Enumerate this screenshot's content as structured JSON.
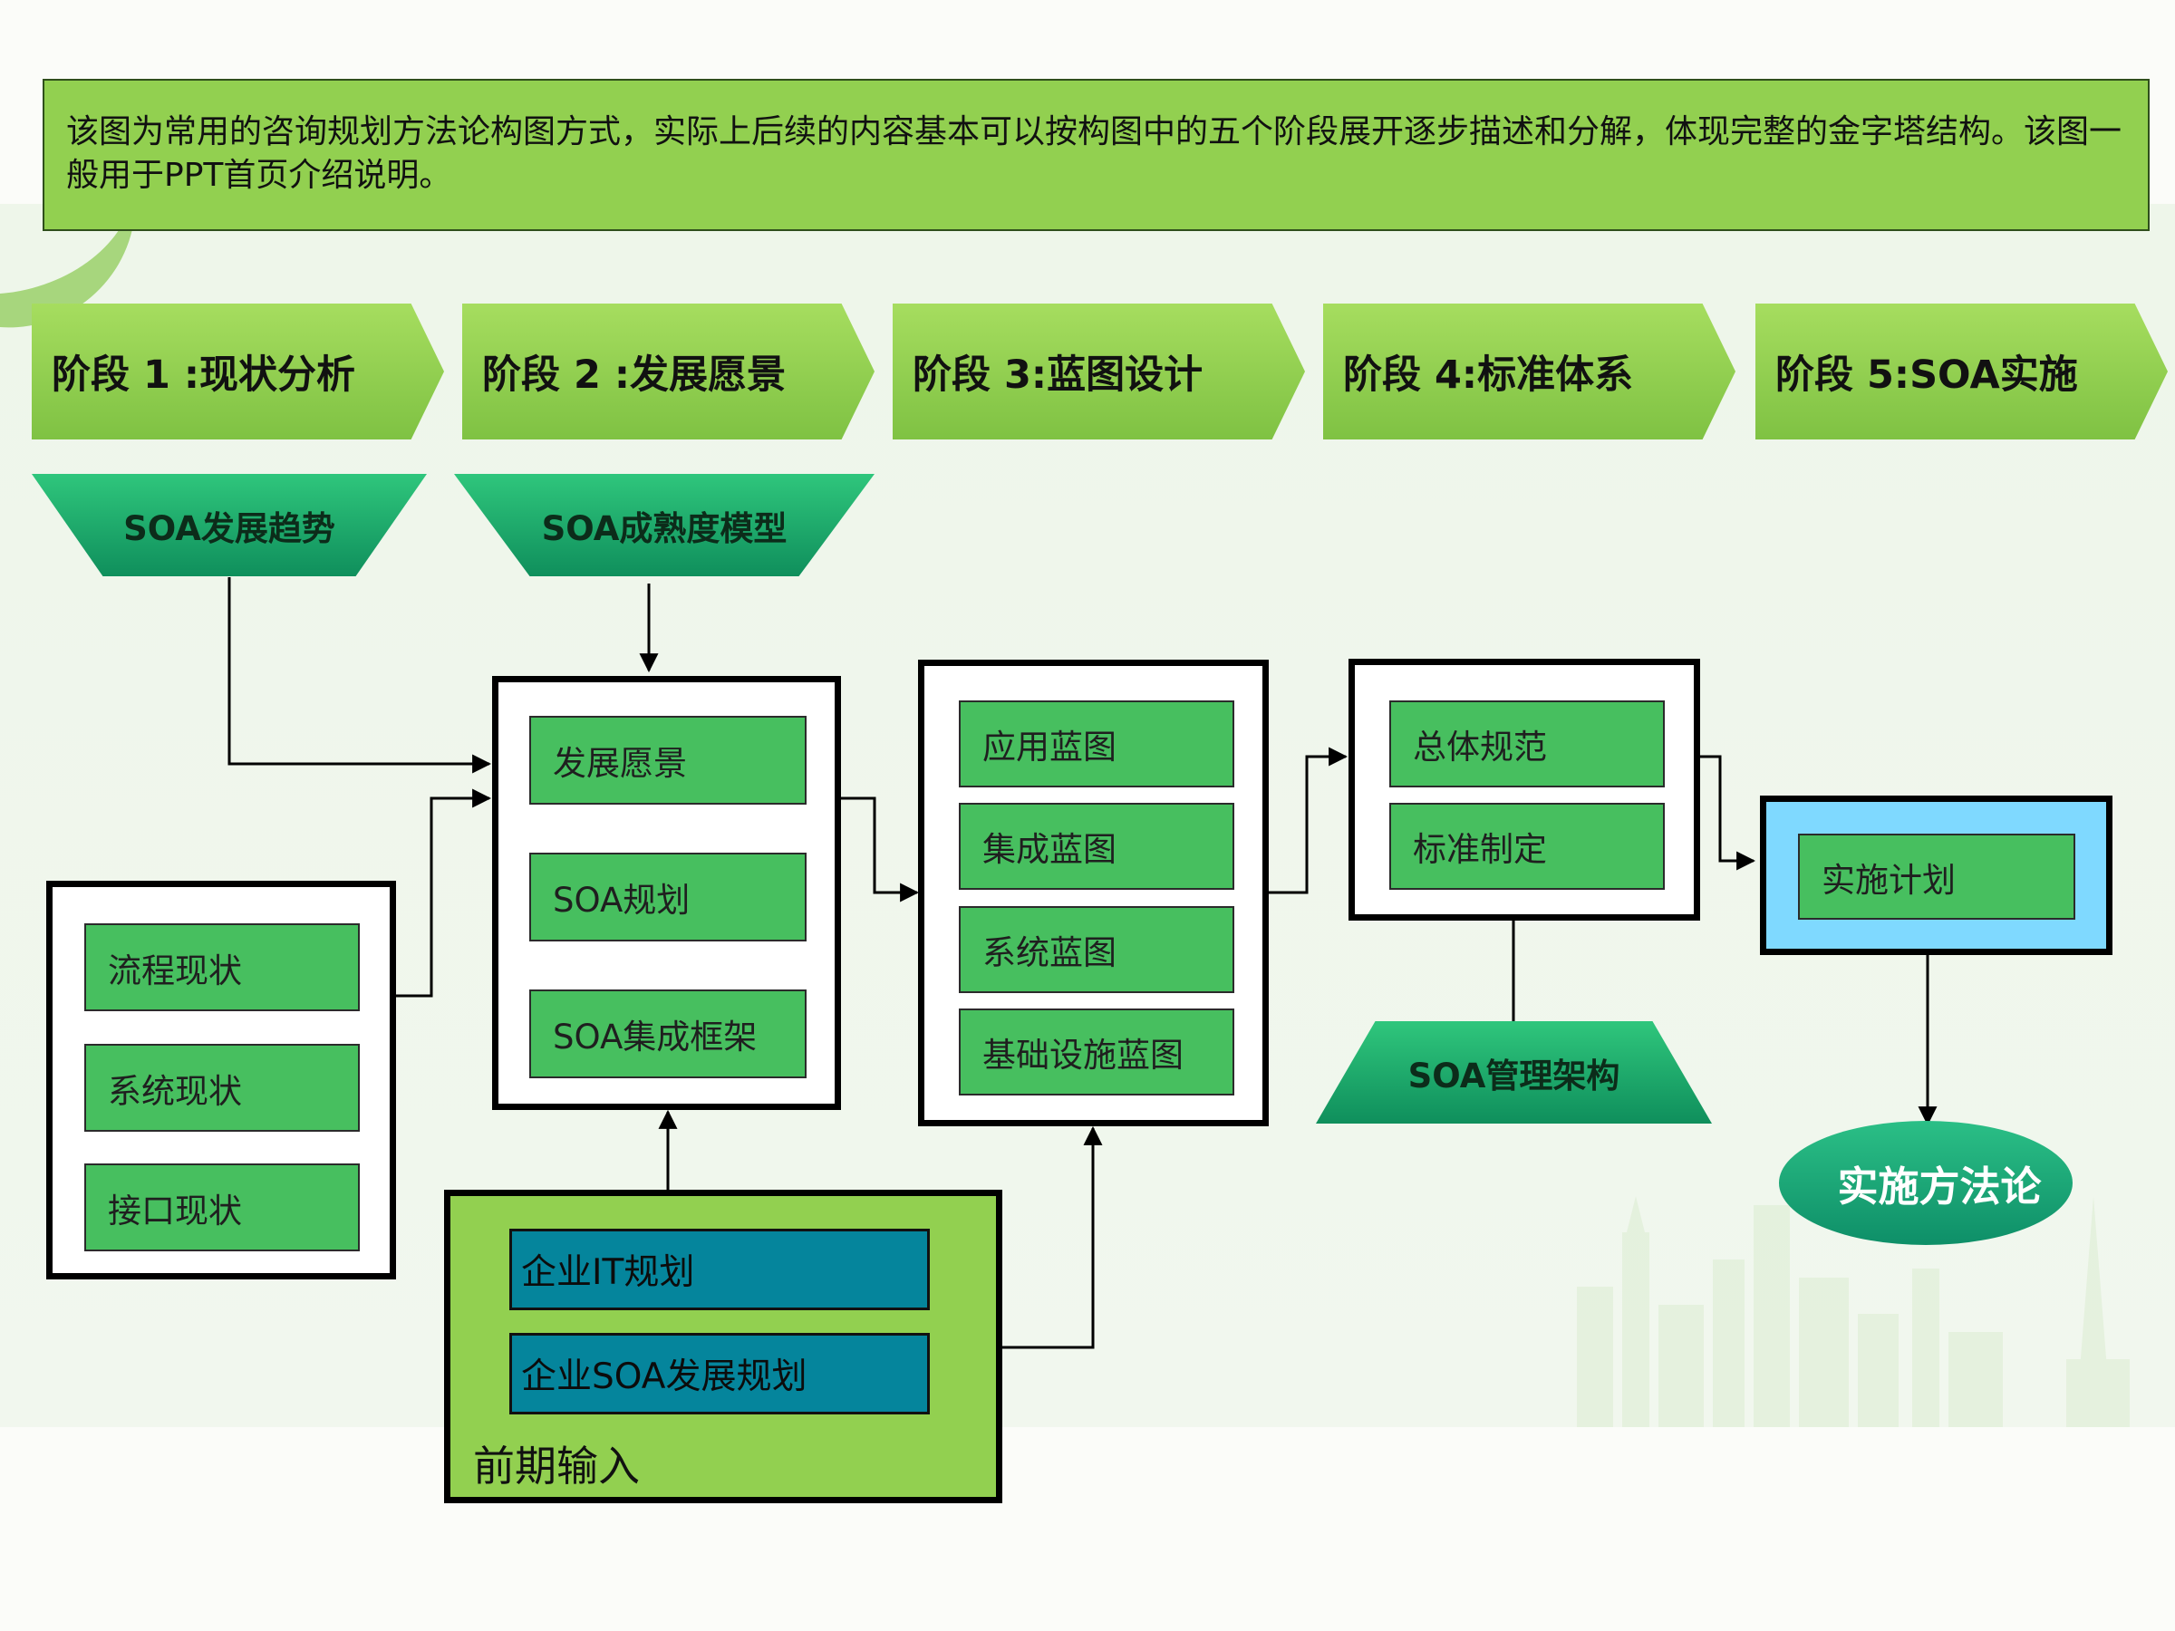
{
  "note": {
    "text": "该图为常用的咨询规划方法论构图方式，实际上后续的内容基本可以按构图中的五个阶段展开逐步描述和分解，体现完整的金字塔结构。该图一般用于PPT首页介绍说明。"
  },
  "phases": [
    {
      "label": "阶段 1 :现状分析"
    },
    {
      "label": "阶段 2 :发展愿景"
    },
    {
      "label": "阶段 3:蓝图设计"
    },
    {
      "label": "阶段 4:标准体系"
    },
    {
      "label": "阶段 5:SOA实施"
    }
  ],
  "trapezoids": {
    "trend": "SOA发展趋势",
    "maturity": "SOA成熟度模型",
    "governance": "SOA管理架构"
  },
  "current_state": {
    "items": [
      "流程现状",
      "系统现状",
      "接口现状"
    ]
  },
  "vision": {
    "items": [
      "发展愿景",
      "SOA规划",
      "SOA集成框架"
    ]
  },
  "blueprint": {
    "items": [
      "应用蓝图",
      "集成蓝图",
      "系统蓝图",
      "基础设施蓝图"
    ]
  },
  "standards": {
    "items": [
      "总体规范",
      "标准制定"
    ]
  },
  "implementation": {
    "items": [
      "实施计划"
    ]
  },
  "methodology": {
    "label": "实施方法论"
  },
  "inputs": {
    "items": [
      "企业IT规划",
      "企业SOA发展规划"
    ],
    "title": "前期输入"
  },
  "colors": {
    "phase_green": "#92d050",
    "item_green": "#47bf5f",
    "teal_item": "#05859c",
    "highlight_box": "#7fd9ff",
    "trapezoid_green": "#16a06a"
  }
}
